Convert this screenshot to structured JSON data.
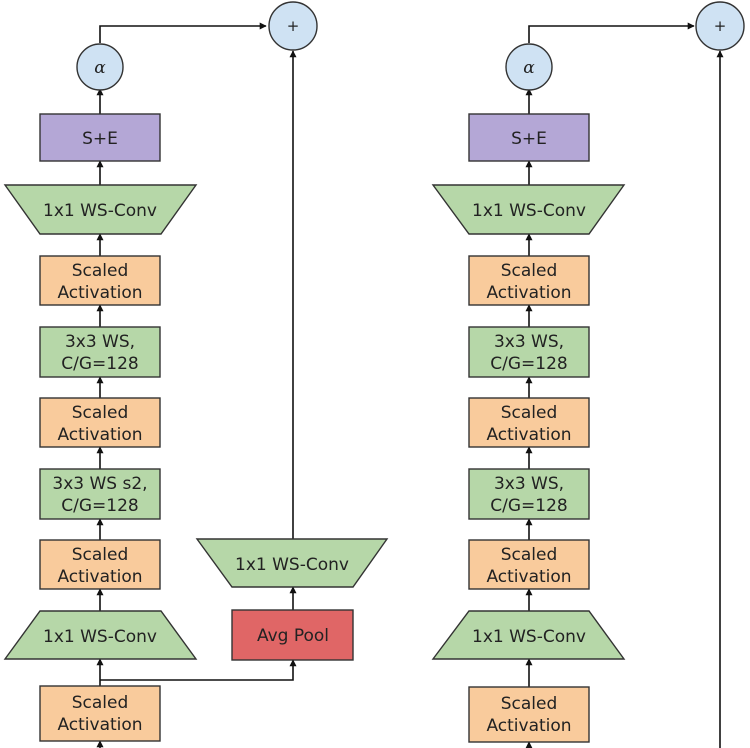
{
  "colors": {
    "se_fill": "#b4a7d6",
    "conv_fill": "#b6d7a8",
    "act_fill": "#f9cb9c",
    "pool_fill": "#e06666",
    "circle_fill": "#cfe2f3",
    "stroke": "#333333"
  },
  "symbols": {
    "plus": "+",
    "alpha": "α"
  },
  "left_block": {
    "se": "S+E",
    "conv_1x1_top": "1x1 WS-Conv",
    "act_1": [
      "Scaled",
      "Activation"
    ],
    "conv_3x3_g": [
      "3x3 WS,",
      "C/G=128"
    ],
    "act_2": [
      "Scaled",
      "Activation"
    ],
    "conv_3x3_s2": [
      "3x3 WS s2,",
      "C/G=128"
    ],
    "act_3": [
      "Scaled",
      "Activation"
    ],
    "conv_1x1_bottom": "1x1 WS-Conv",
    "act_input": [
      "Scaled",
      "Activation"
    ]
  },
  "shortcut": {
    "conv": "1x1 WS-Conv",
    "pool": "Avg Pool"
  },
  "right_block": {
    "se": "S+E",
    "conv_1x1_top": "1x1 WS-Conv",
    "act_1": [
      "Scaled",
      "Activation"
    ],
    "conv_3x3_a": [
      "3x3 WS,",
      "C/G=128"
    ],
    "act_2": [
      "Scaled",
      "Activation"
    ],
    "conv_3x3_b": [
      "3x3 WS,",
      "C/G=128"
    ],
    "act_3": [
      "Scaled",
      "Activation"
    ],
    "conv_1x1_bottom": "1x1 WS-Conv",
    "act_input": [
      "Scaled",
      "Activation"
    ]
  }
}
